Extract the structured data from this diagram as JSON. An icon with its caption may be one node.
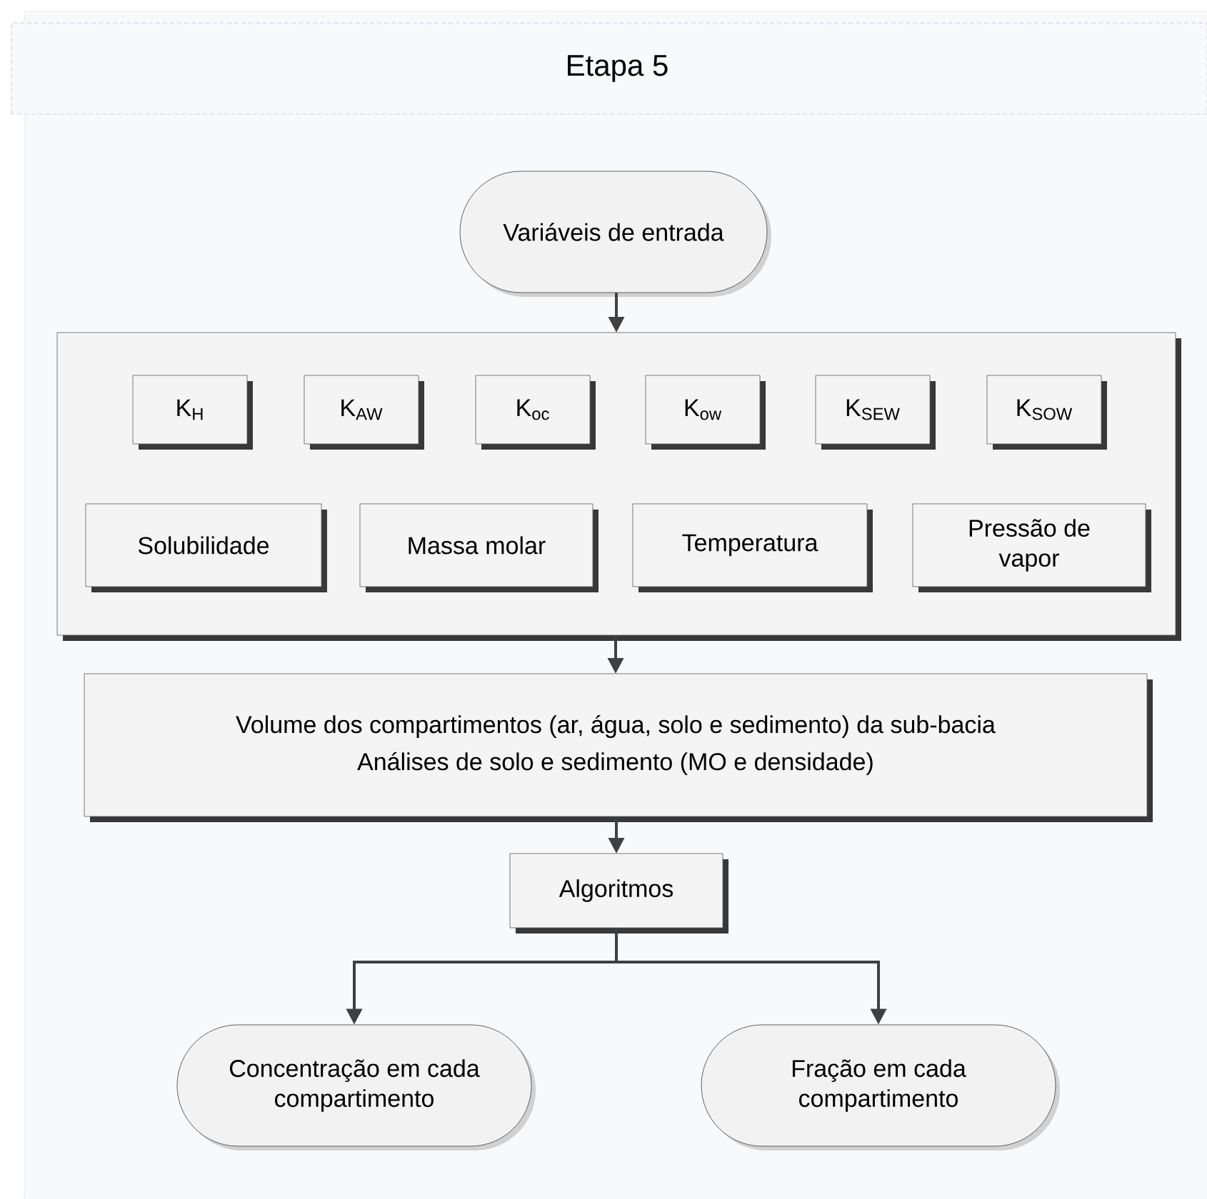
{
  "diagram": {
    "title": "Etapa 5",
    "nodes": [
      {
        "text": [
          "Variáveis de entrada"
        ]
      },
      {
        "text": [],
        "shape": "box"
      },
      {
        "text": [
          "K$_{H}$"
        ],
        "in": 1
      },
      {
        "text": [
          "K$_{AW}$"
        ],
        "in": 1
      },
      {
        "text": [
          "K$_{oc}$"
        ],
        "in": 1
      },
      {
        "text": [
          "K$_{ow}$"
        ],
        "in": 1
      },
      {
        "text": [
          "K$_{SEW}$"
        ],
        "in": 1
      },
      {
        "text": [
          "K$_{SOW}$"
        ],
        "in": 1
      },
      {
        "text": [
          "Solubilidade"
        ],
        "in": 1
      },
      {
        "text": [
          "Massa molar"
        ],
        "in": 1
      },
      {
        "text": [
          "Temperatura"
        ],
        "in": 1
      },
      {
        "text": [
          "Pressão de vapor"
        ],
        "in": 1
      },
      {
        "text": [
          "Volume dos compartimentos (ar, água, solo e sedimento) da sub-bacia",
          "Análises de solo e sedimento (MO e densidade)"
        ]
      },
      {
        "text": [
          "Algoritmos"
        ]
      },
      {
        "text": [
          "Concentração em cada compartimento"
        ]
      },
      {
        "text": [
          "Fração em cada compartimento"
        ]
      }
    ],
    "edges": [
      {
        "from": 0,
        "to": 1,
        "arrow": "to"
      },
      {
        "from": 1,
        "to": 12,
        "arrow": "to"
      },
      {
        "from": 12,
        "to": 13,
        "arrow": "to"
      },
      {
        "from": 13,
        "to": 14,
        "arrow": "to"
      },
      {
        "from": 13,
        "to": 15,
        "arrow": "to"
      }
    ]
  }
}
